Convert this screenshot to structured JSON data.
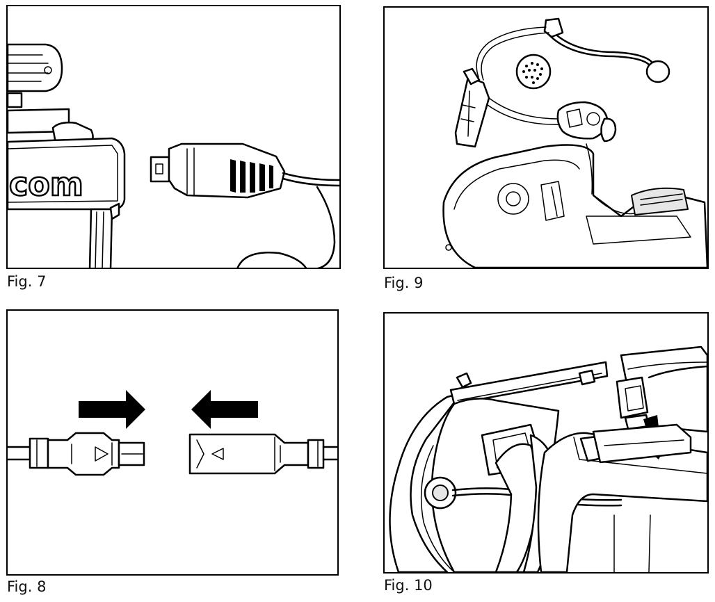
{
  "figures": {
    "fig7": {
      "caption": "Fig. 7",
      "brand_text": "com"
    },
    "fig8": {
      "caption": "Fig. 8"
    },
    "fig9": {
      "caption": "Fig. 9"
    },
    "fig10": {
      "caption": "Fig. 10"
    }
  }
}
